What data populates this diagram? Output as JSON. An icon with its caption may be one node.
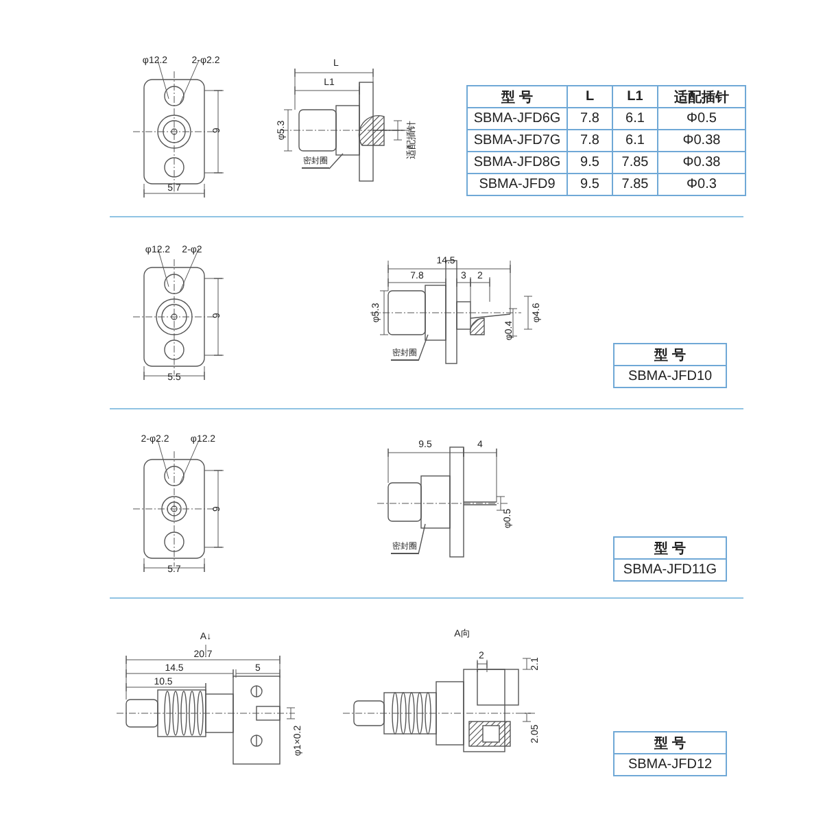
{
  "diagram": {
    "nodes": [
      {
        "text": [
          "密封圈"
        ]
      },
      {
        "text": [
          "密封圈"
        ]
      },
      {
        "text": [
          "密封圈"
        ]
      }
    ],
    "edges": [
      {
        "from": 0,
        "to": null,
        "arrow": "none"
      },
      {
        "from": 1,
        "to": null,
        "arrow": "none"
      },
      {
        "from": 2,
        "to": null,
        "arrow": "none"
      }
    ],
    "labels": [
      "φ12.2",
      "2-φ2.2",
      "9",
      "5.7",
      "L",
      "L1",
      "φ5.3",
      "适配插针",
      "型 号",
      "L",
      "L1",
      "适配插针",
      "SBMA-JFD6G",
      "7.8",
      "6.1",
      "Φ0.5",
      "SBMA-JFD7G",
      "7.8",
      "6.1",
      "Φ0.38",
      "SBMA-JFD8G",
      "9.5",
      "7.85",
      "Φ0.38",
      "SBMA-JFD9",
      "9.5",
      "7.85",
      "Φ0.3",
      "φ12.2",
      "2-φ2",
      "9",
      "5.5",
      "14.5",
      "7.8",
      "3",
      "2",
      "φ5.3",
      "φ4.6",
      "φ0.4",
      "型 号",
      "SBMA-JFD10",
      "2-φ2.2",
      "φ12.2",
      "9",
      "5.7",
      "9.5",
      "4",
      "φ0.5",
      "型 号",
      "SBMA-JFD11G",
      "A↓",
      "20.7",
      "14.5",
      "10.5",
      "5",
      "φ1×0.2",
      "A向",
      "2",
      "2.1",
      "2.05",
      "型 号",
      "SBMA-JFD12"
    ]
  }
}
